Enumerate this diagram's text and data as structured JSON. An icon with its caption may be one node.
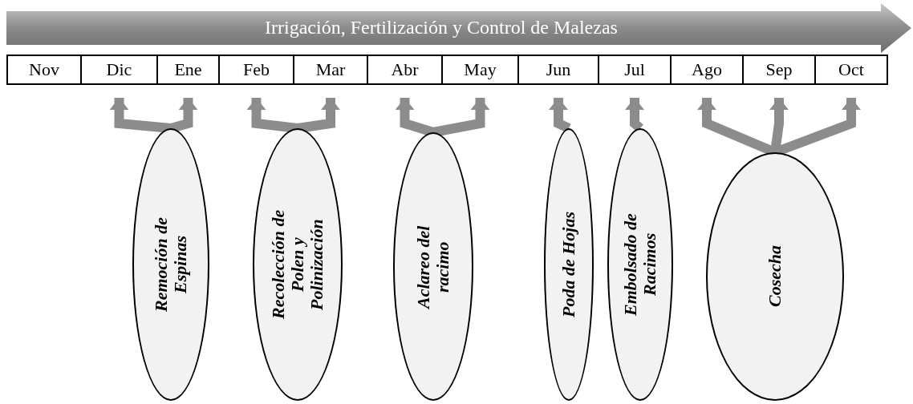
{
  "diagram": {
    "nodes": [
      {
        "text": [
          "Irrigación, Fertilización y Control de Malezas"
        ]
      },
      {
        "text": [
          "Nov"
        ]
      },
      {
        "text": [
          "Dic"
        ]
      },
      {
        "text": [
          "Ene"
        ]
      },
      {
        "text": [
          "Feb"
        ]
      },
      {
        "text": [
          "Mar"
        ]
      },
      {
        "text": [
          "Abr"
        ]
      },
      {
        "text": [
          "May"
        ]
      },
      {
        "text": [
          "Jun"
        ]
      },
      {
        "text": [
          "Jul"
        ]
      },
      {
        "text": [
          "Ago"
        ]
      },
      {
        "text": [
          "Sep"
        ]
      },
      {
        "text": [
          "Oct"
        ]
      },
      {
        "text": [
          "Remoción de Espinas"
        ]
      },
      {
        "text": [
          "Recolección de Polen y Polinización"
        ]
      },
      {
        "text": [
          "Aclareo del racimo"
        ]
      },
      {
        "text": [
          "Poda de Hojas"
        ]
      },
      {
        "text": [
          "Embolsado de Racimos"
        ]
      },
      {
        "text": [
          "Cosecha"
        ]
      }
    ],
    "edges": [
      {
        "from": 13,
        "to": 2,
        "arrow": "to"
      },
      {
        "from": 13,
        "to": 3,
        "arrow": "to"
      },
      {
        "from": 14,
        "to": 4,
        "arrow": "to"
      },
      {
        "from": 14,
        "to": 5,
        "arrow": "to"
      },
      {
        "from": 15,
        "to": 6,
        "arrow": "to"
      },
      {
        "from": 15,
        "to": 7,
        "arrow": "to"
      },
      {
        "from": 16,
        "to": 8,
        "arrow": "to"
      },
      {
        "from": 17,
        "to": 9,
        "arrow": "to"
      },
      {
        "from": 18,
        "to": 10,
        "arrow": "to"
      },
      {
        "from": 18,
        "to": 11,
        "arrow": "to"
      },
      {
        "from": 18,
        "to": 12,
        "arrow": "to"
      }
    ]
  }
}
